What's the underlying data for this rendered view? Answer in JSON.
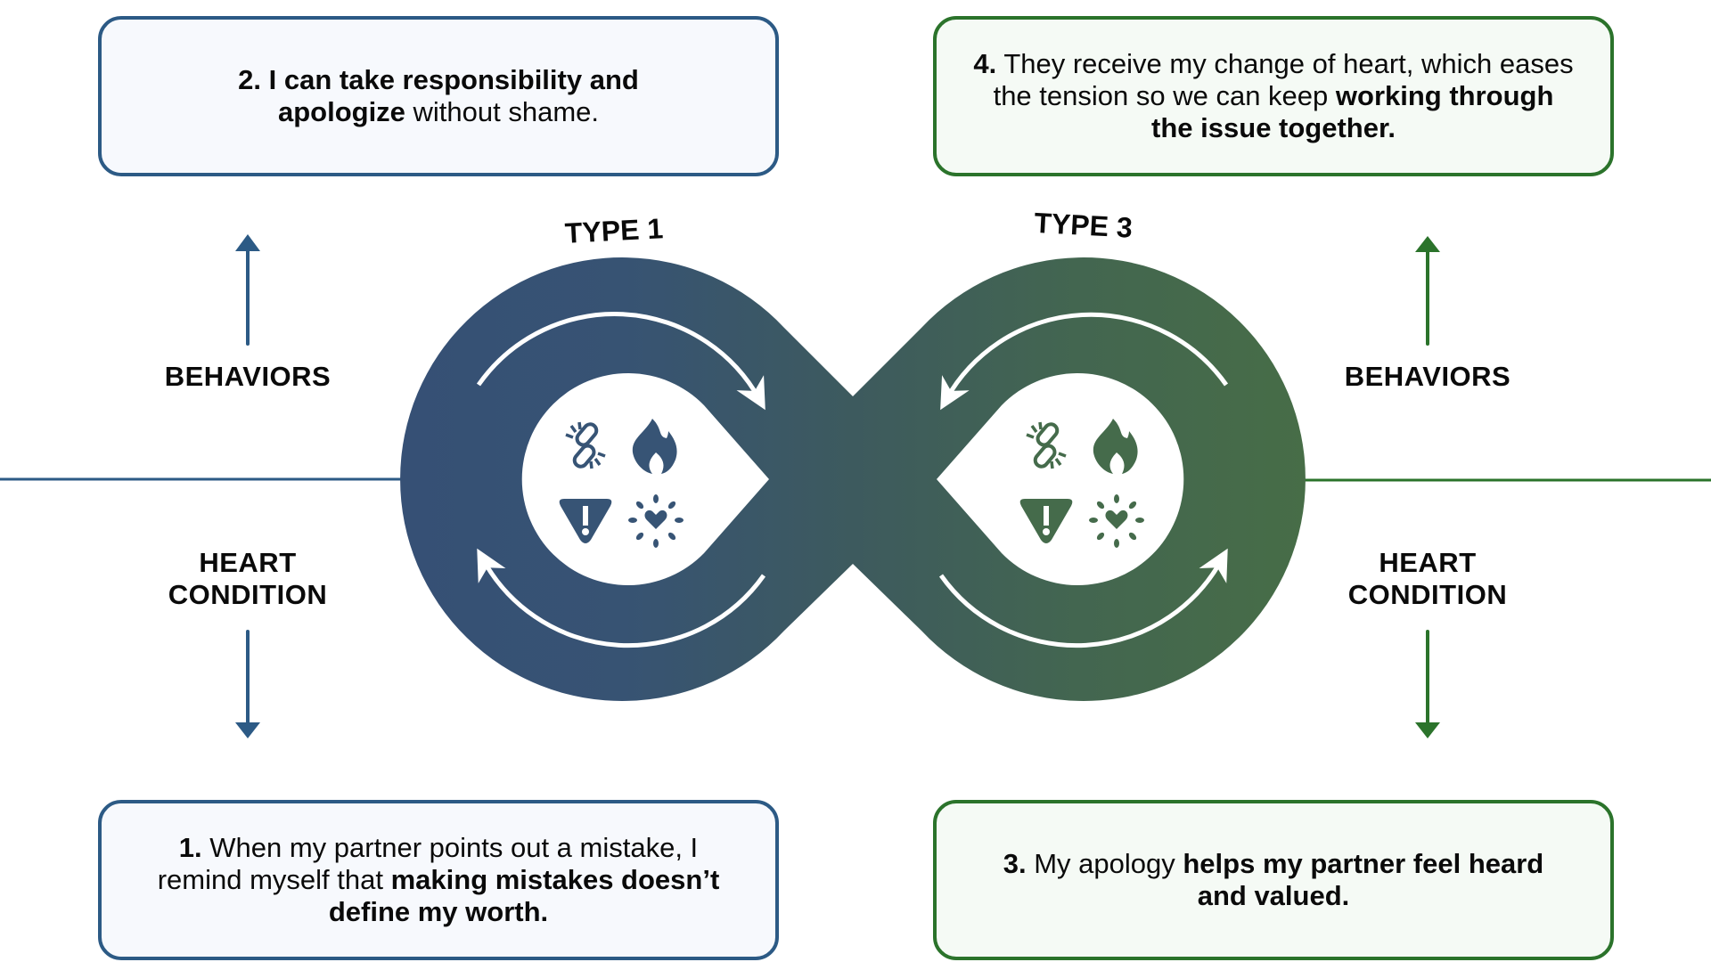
{
  "colors": {
    "blue": "#2c5a85",
    "blue_loop": "#365075",
    "green": "#2b732b",
    "green_loop": "#476d47",
    "mid_loop": "#3d5a5e",
    "icon_blue": "#375475",
    "icon_green": "#456b4b"
  },
  "loops": [
    {
      "label": "TYPE 1",
      "icons": [
        "broken-link-icon",
        "flame-icon",
        "warning-icon",
        "heart-burst-icon"
      ],
      "direction": "clockwise"
    },
    {
      "label": "TYPE 3",
      "icons": [
        "broken-link-icon",
        "flame-icon",
        "warning-icon",
        "heart-burst-icon"
      ],
      "direction": "counterclockwise"
    }
  ],
  "axes": {
    "left": {
      "up_label": "BEHAVIORS",
      "down_label_line1": "HEART",
      "down_label_line2": "CONDITION"
    },
    "right": {
      "up_label": "BEHAVIORS",
      "down_label_line1": "HEART",
      "down_label_line2": "CONDITION"
    }
  },
  "steps": {
    "step2": {
      "num": "2.",
      "bold1": "I can take responsibility and",
      "bold2": "apologize",
      "rest": " without shame."
    },
    "step4": {
      "num": "4.",
      "rest1": " They receive my change of heart, which eases the tension so we can keep ",
      "bold": "working through the issue together."
    },
    "step1": {
      "num": "1.",
      "rest1": " When my partner points out a mistake, I remind myself that ",
      "bold": "making mistakes doesn’t define my worth."
    },
    "step3": {
      "num": "3.",
      "rest1": " My apology ",
      "bold": "helps my partner feel heard and valued."
    }
  }
}
